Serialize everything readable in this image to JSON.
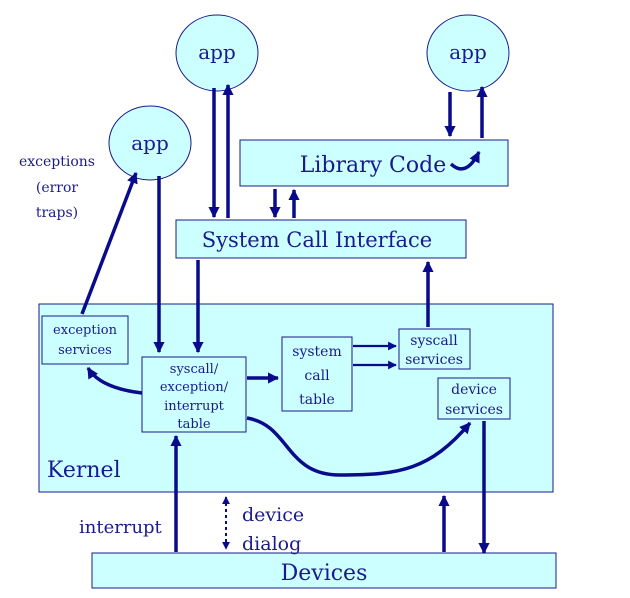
{
  "colors": {
    "box_fill": "#ccffff",
    "box_stroke": "#1a1a8c",
    "text": "#1a1a8c",
    "arrow": "#0a0a8c"
  },
  "apps": {
    "top_left": "app",
    "top_right": "app",
    "middle": "app"
  },
  "library_code": "Library Code",
  "system_call_interface": "System Call Interface",
  "kernel": {
    "label": "Kernel",
    "exception_services": [
      "exception",
      "services"
    ],
    "dispatch_table": [
      "syscall/",
      "exception/",
      "interrupt",
      "table"
    ],
    "system_call_table": [
      "system",
      "call",
      "table"
    ],
    "syscall_services": [
      "syscall",
      "services"
    ],
    "device_services": [
      "device",
      "services"
    ]
  },
  "devices": "Devices",
  "labels": {
    "exceptions": [
      "exceptions",
      "(error",
      "traps)"
    ],
    "interrupt": "interrupt",
    "device_dialog": [
      "device",
      "dialog"
    ]
  }
}
